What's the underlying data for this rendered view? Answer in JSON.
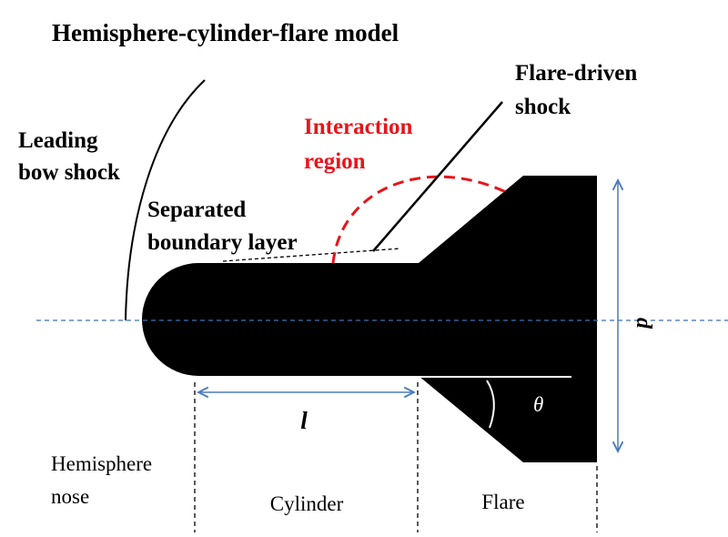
{
  "title": "Hemisphere-cylinder-flare model",
  "labels": {
    "leading_bow_shock": [
      "Leading",
      "bow shock"
    ],
    "separated_boundary_layer": [
      "Separated",
      "boundary layer"
    ],
    "interaction_region": [
      "Interaction",
      "region"
    ],
    "flare_driven_shock": [
      "Flare-driven",
      "shock"
    ],
    "length_symbol": "l",
    "diameter_symbol": "d",
    "angle_symbol": "θ",
    "hemisphere_nose": [
      "Hemisphere",
      "nose"
    ],
    "cylinder": "Cylinder",
    "flare": "Flare"
  },
  "colors": {
    "body": "#000000",
    "interaction": "#e8141b",
    "axis": "#3f6fb5",
    "dimension_arrow": "#4a7bbf",
    "background": "#ffffff"
  }
}
